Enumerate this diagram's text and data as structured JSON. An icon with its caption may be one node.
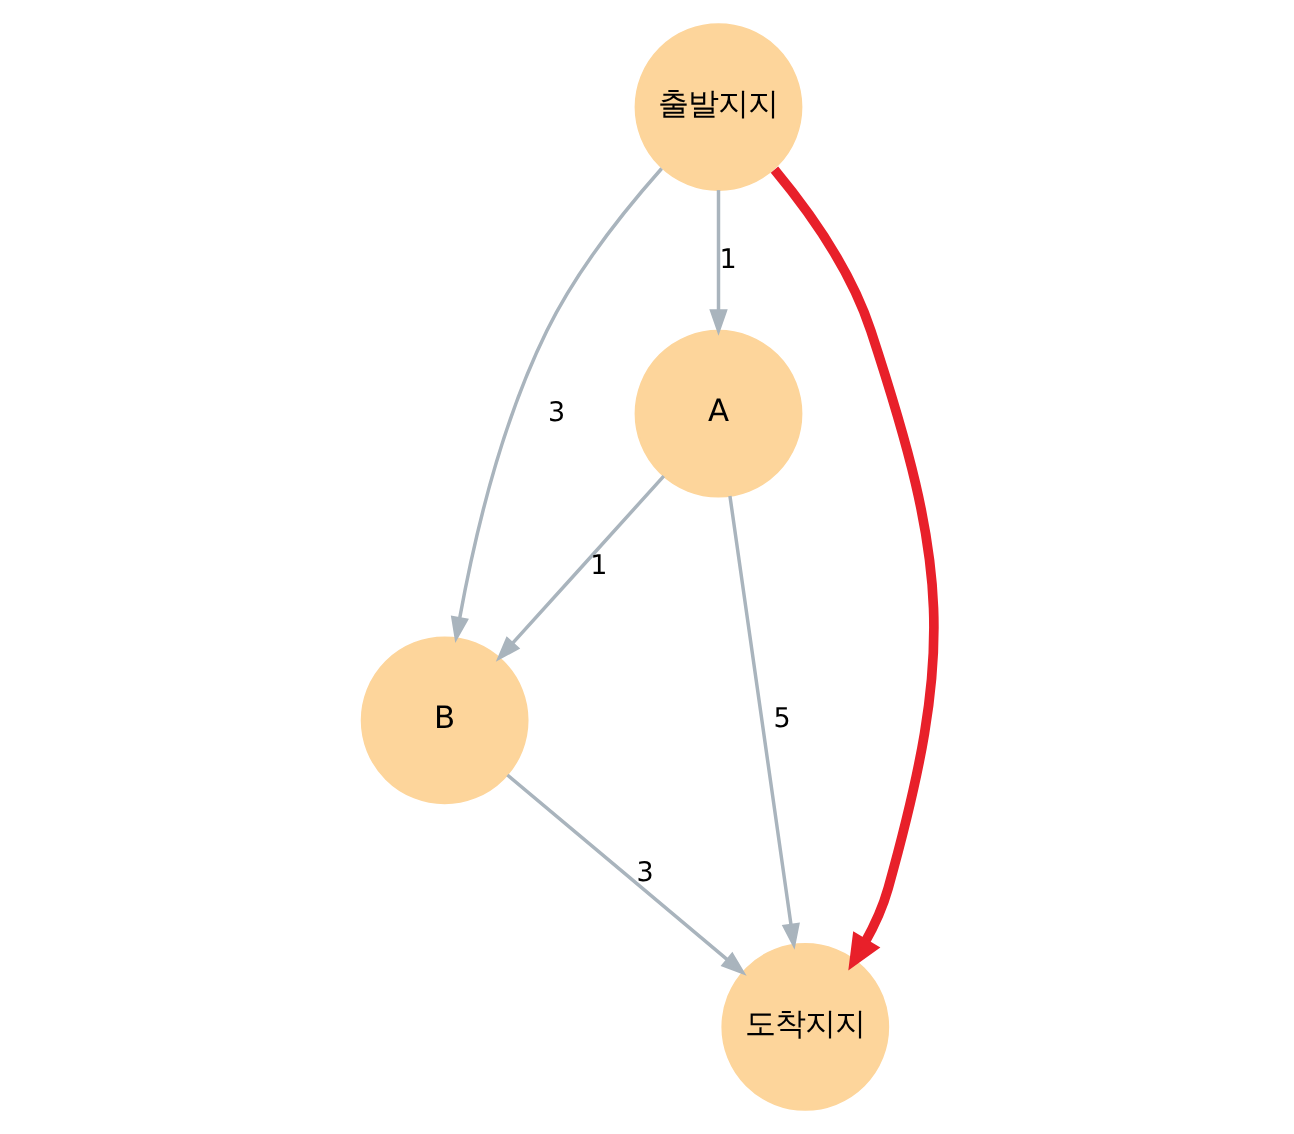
{
  "diagram": {
    "nodes": [
      {
        "text": [
          "출발지지"
        ]
      },
      {
        "text": [
          "B"
        ]
      },
      {
        "text": [
          "A"
        ]
      },
      {
        "text": [
          "도착지지"
        ]
      }
    ],
    "edges": [
      {
        "from": 0,
        "to": 1,
        "arrow": "to",
        "label": "3"
      },
      {
        "from": 0,
        "to": 2,
        "arrow": "to",
        "label": "1"
      },
      {
        "from": 2,
        "to": 1,
        "arrow": "to",
        "label": "1"
      },
      {
        "from": 1,
        "to": 3,
        "arrow": "to",
        "label": "3"
      },
      {
        "from": 2,
        "to": 3,
        "arrow": "to",
        "label": "5"
      },
      {
        "from": 0,
        "to": 3,
        "arrow": "to",
        "style": "thick",
        "color": "#e8202a"
      }
    ]
  }
}
